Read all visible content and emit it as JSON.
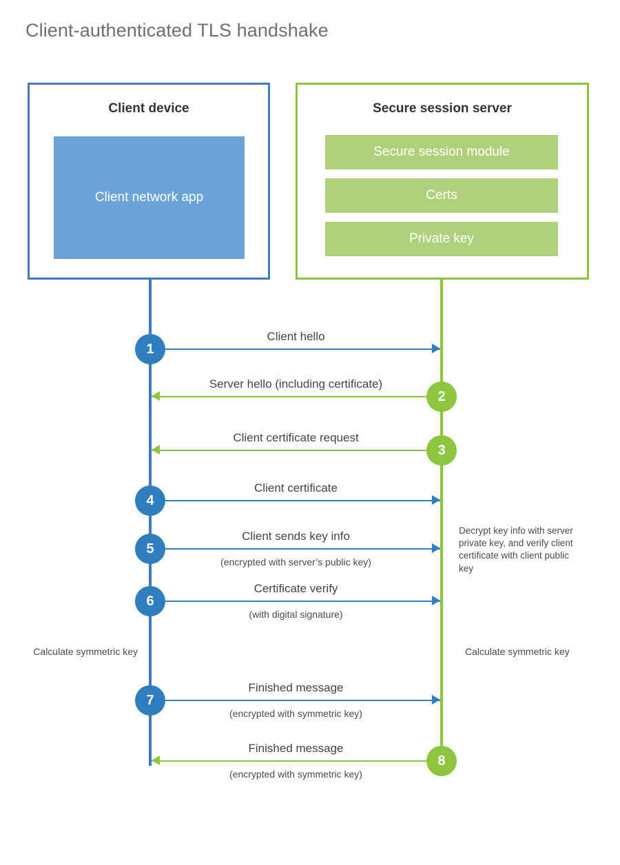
{
  "title": "Client-authenticated TLS handshake",
  "colors": {
    "blue_border": "#3d7cc0",
    "blue_fill": "#6aa5d8",
    "blue_circle": "#2f7ec0",
    "green_border": "#8cc63e",
    "green_fill": "#aed27c",
    "green_circle": "#8cc63e",
    "title_text": "#6f6f6f",
    "body_text": "#444444"
  },
  "parties": {
    "client": {
      "title": "Client device",
      "app_label": "Client network app"
    },
    "server": {
      "title": "Secure session server",
      "blocks": [
        {
          "label": "Secure session module"
        },
        {
          "label": "Certs"
        },
        {
          "label": "Private key"
        }
      ]
    }
  },
  "steps": [
    {
      "number": "1",
      "side": "client",
      "direction": "right",
      "label": "Client hello",
      "sublabel": ""
    },
    {
      "number": "2",
      "side": "server",
      "direction": "left",
      "label": "Server hello (including certificate)",
      "sublabel": ""
    },
    {
      "number": "3",
      "side": "server",
      "direction": "left",
      "label": "Client certificate request",
      "sublabel": ""
    },
    {
      "number": "4",
      "side": "client",
      "direction": "right",
      "label": "Client certificate",
      "sublabel": ""
    },
    {
      "number": "5",
      "side": "client",
      "direction": "right",
      "label": "Client sends key info",
      "sublabel": "(encrypted with server’s public key)"
    },
    {
      "number": "6",
      "side": "client",
      "direction": "right",
      "label": "Certificate verify",
      "sublabel": "(with digital signature)"
    },
    {
      "number": "7",
      "side": "client",
      "direction": "right",
      "label": "Finished message",
      "sublabel": "(encrypted with symmetric key)"
    },
    {
      "number": "8",
      "side": "server",
      "direction": "left",
      "label": "Finished message",
      "sublabel": "(encrypted with symmetric key)"
    }
  ],
  "annotations": {
    "server_decrypt": "Decrypt key info with server private key, and verify client certificate with client public key",
    "client_symmetric": "Calculate symmetric key",
    "server_symmetric": "Calculate symmetric key"
  }
}
